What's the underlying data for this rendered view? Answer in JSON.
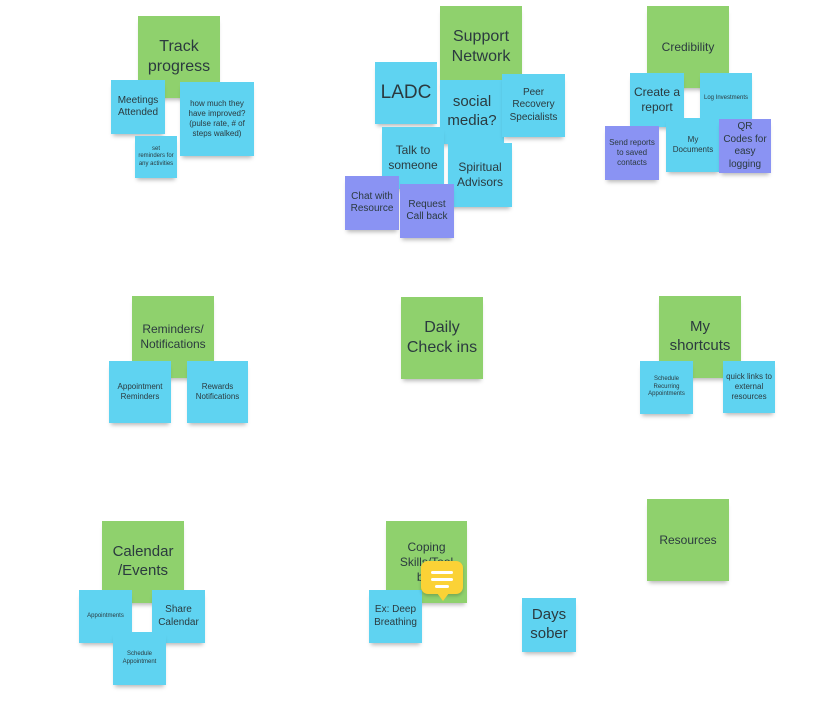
{
  "colors": {
    "green": "#8fd16d",
    "cyan": "#5fd3f1",
    "violet": "#8a93f3",
    "comment": "#fbd236"
  },
  "groups": {
    "track_progress": {
      "title": "Track progress",
      "meetings": "Meetings Attended",
      "improved": "how much they have improved? (pulse rate, # of steps walked)",
      "reminders": "set reminders for any activities"
    },
    "support_network": {
      "title": "Support Network",
      "ladc": "LADC",
      "social": "social media?",
      "peer": "Peer Recovery Specialists",
      "talk": "Talk to someone",
      "spiritual": "Spiritual Advisors",
      "chat": "Chat with Resource",
      "callback": "Request Call back"
    },
    "credibility": {
      "title": "Credibility",
      "create_report": "Create a report",
      "log_investments": "Log Investments",
      "send_reports": "Send reports to saved contacts",
      "my_documents": "My Documents",
      "qr_codes": "QR Codes for easy logging"
    },
    "reminders": {
      "title": "Reminders/ Notifications",
      "appointment": "Appointment Reminders",
      "rewards": "Rewards Notifications"
    },
    "daily": {
      "title": "Daily Check ins"
    },
    "shortcuts": {
      "title": "My shortcuts",
      "schedule": "Schedule Recurring Appointments",
      "links": "quick links to external resources"
    },
    "calendar": {
      "title": "Calendar /Events",
      "appointments": "Appointments",
      "share": "Share Calendar",
      "schedule": "Schedule Appointment"
    },
    "coping": {
      "title": "Coping Skills/Tool box",
      "breathing": "Ex: Deep Breathing"
    },
    "days_sober": {
      "title": "Days sober"
    },
    "resources": {
      "title": "Resources"
    }
  },
  "comment": {
    "icon": "comment-icon"
  }
}
